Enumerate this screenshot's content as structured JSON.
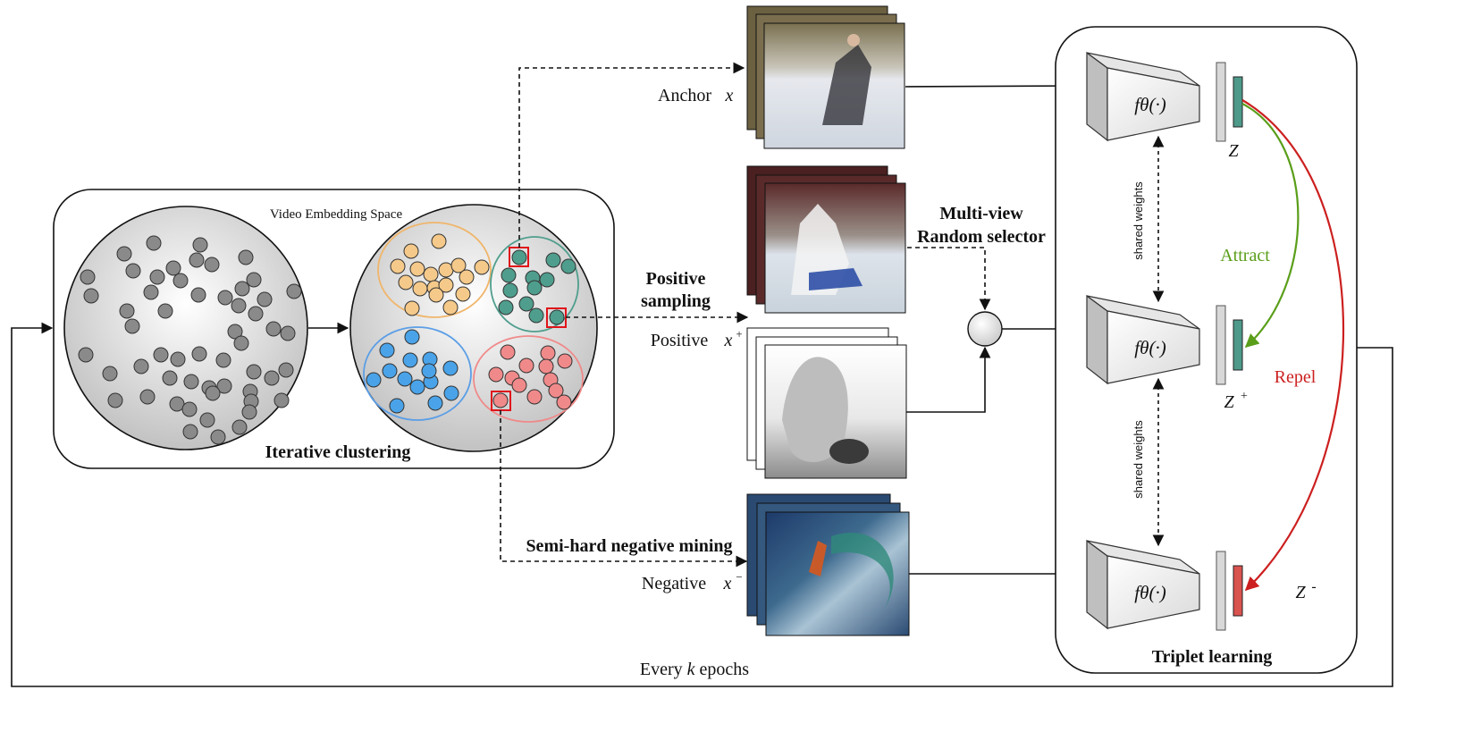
{
  "embedding_space": {
    "title": "Video Embedding Space",
    "caption": "Iterative clustering"
  },
  "sampling": {
    "positive_sampling_line1": "Positive",
    "positive_sampling_line2": "sampling",
    "semi_hard": "Semi-hard negative mining",
    "multiview_line1": "Multi-view",
    "multiview_line2": "Random selector"
  },
  "inputs": {
    "anchor_label": "Anchor",
    "anchor_symbol": "x",
    "positive_label": "Positive",
    "positive_symbol": "x",
    "positive_sup": "+",
    "negative_label": "Negative",
    "negative_symbol": "x",
    "negative_sup": "−"
  },
  "triplet": {
    "encoder_label": "fθ(·)",
    "shared_weights": "shared weights",
    "z": "Z",
    "z_plus": "Z",
    "z_plus_sup": "+",
    "z_minus": "Z",
    "z_minus_sup": "-",
    "attract": "Attract",
    "repel": "Repel",
    "caption": "Triplet learning"
  },
  "loop": {
    "every_prefix": "Every",
    "every_k": "k",
    "every_suffix": "epochs"
  },
  "colors": {
    "gray_point": "#8a8a8a",
    "orange": "#f5c98a",
    "teal": "#4f9e8d",
    "blue": "#4aa3e8",
    "pink": "#f08a8a",
    "attract": "#5a9e1a",
    "repel": "#cc1f1f",
    "feature_teal": "#4e9a8a",
    "feature_red": "#d9534f"
  }
}
